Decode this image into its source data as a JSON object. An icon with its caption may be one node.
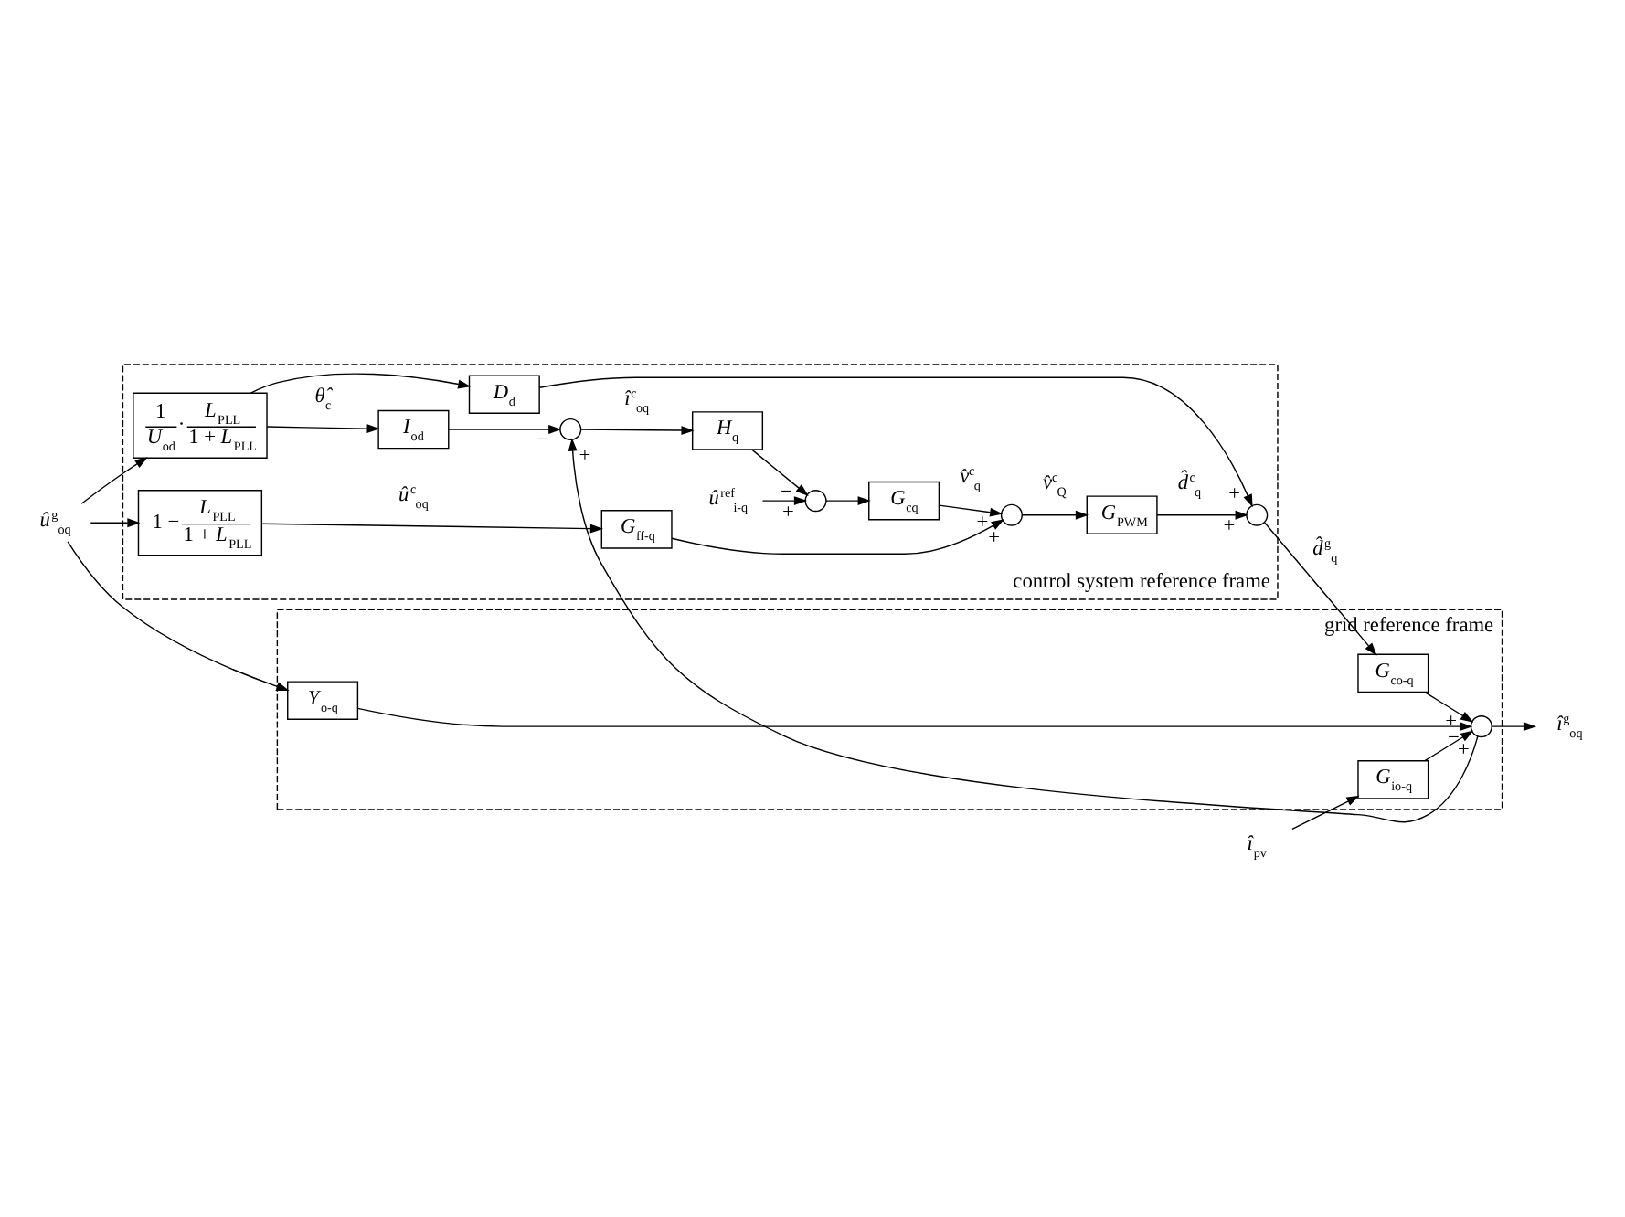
{
  "diagram": {
    "nodes": [
      {
        "text": [
          "grid reference frame"
        ]
      },
      {
        "text": [
          "*G*$_{io-q}$"
        ],
        "in": 0
      },
      {
        "text": [
          "*Y*$_{o-q}$"
        ],
        "in": 0
      },
      {
        "text": [],
        "shape": "circle",
        "in": 0
      },
      {
        "text": [
          "*G*$_{co-q}$"
        ],
        "in": 0
      },
      {
        "text": [
          "control system reference frame"
        ]
      },
      {
        "text": [],
        "shape": "circle",
        "in": 5
      },
      {
        "text": [
          "*G*$_{PWM}$"
        ],
        "in": 5
      },
      {
        "text": [],
        "shape": "circle",
        "in": 5
      },
      {
        "text": [
          "*G*$_{cq}$"
        ],
        "in": 5
      },
      {
        "text": [],
        "shape": "circle",
        "in": 5
      },
      {
        "text": [
          "*H*$_{q}$"
        ],
        "in": 5
      },
      {
        "text": [],
        "shape": "circle",
        "in": 5
      },
      {
        "text": [
          "*D*$_{d}$"
        ],
        "in": 5
      },
      {
        "text": [
          "*G*$_{ff-q}$"
        ],
        "in": 5
      },
      {
        "text": [
          "*I*$_{od}$"
        ],
        "in": 5
      },
      {
        "text": [
          "1",
          "*U*$_{od}$",
          "·",
          "*L*$_{PLL}$",
          "1 + *L*$_{PLL}$"
        ],
        "in": 5
      },
      {
        "text": [
          "1 −",
          "*L*$_{PLL}$",
          "1 + *L*$_{PLL}$"
        ],
        "in": 5
      },
      {
        "text": [
          "*û*$^{ref}$$_{i-q}$"
        ],
        "in": 5
      },
      {
        "text": [
          "*î*$_{pv}$"
        ]
      },
      {
        "text": [
          "*û*$^{g}$$_{oq}$"
        ]
      },
      {
        "text": [
          "*î*$^{g}$$_{oq}$"
        ]
      }
    ],
    "edges": [
      {
        "from": 19,
        "to": 1,
        "arrow": "to"
      },
      {
        "from": 20,
        "to": 2,
        "arrow": "to"
      },
      {
        "from": 20,
        "to": 16,
        "arrow": "to"
      },
      {
        "from": 20,
        "to": 17,
        "arrow": "to"
      },
      {
        "from": 1,
        "to": 3,
        "arrow": "to"
      },
      {
        "from": 2,
        "to": 3,
        "arrow": "to"
      },
      {
        "from": 4,
        "to": 3,
        "arrow": "to"
      },
      {
        "from": 3,
        "to": 21,
        "arrow": "to"
      },
      {
        "from": 3,
        "to": 12,
        "arrow": "to"
      },
      {
        "from": 6,
        "to": 4,
        "arrow": "to",
        "label": "*d̂*$^{g}$$_{q}$"
      },
      {
        "from": 15,
        "to": 12,
        "arrow": "to"
      },
      {
        "from": 12,
        "to": 11,
        "arrow": "to",
        "label": "*î*$^{c}$$_{oq}$"
      },
      {
        "from": 11,
        "to": 10,
        "arrow": "to"
      },
      {
        "from": 18,
        "to": 10,
        "arrow": "to"
      },
      {
        "from": 10,
        "to": 9,
        "arrow": "to"
      },
      {
        "from": 9,
        "to": 8,
        "arrow": "to",
        "label": "*v̂*$^{c}$$_{q}$"
      },
      {
        "from": 14,
        "to": 8,
        "arrow": "to"
      },
      {
        "from": 8,
        "to": 7,
        "arrow": "to",
        "label": "*v̂*$^{c}$$_{Q}$"
      },
      {
        "from": 7,
        "to": 6,
        "arrow": "to",
        "label": "*d̂*$^{c}$$_{q}$"
      },
      {
        "from": 13,
        "to": 6,
        "arrow": "to"
      },
      {
        "from": 16,
        "to": 13,
        "arrow": "to"
      },
      {
        "from": 16,
        "to": 15,
        "arrow": "to",
        "label": "*θ̂*$_{c}$"
      },
      {
        "from": 17,
        "to": 14,
        "arrow": "to",
        "label": "*û*$^{c}$$_{oq}$"
      }
    ],
    "labels": [
      "−",
      "+",
      "+",
      "+",
      "+",
      "+",
      "+",
      "−",
      "+",
      "+",
      "−"
    ]
  }
}
